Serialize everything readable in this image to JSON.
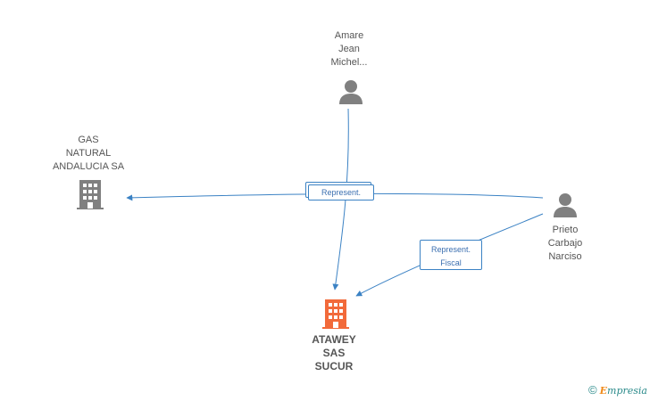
{
  "nodes": {
    "amare": {
      "lines": [
        "Amare",
        "Jean",
        "Michel..."
      ]
    },
    "gas": {
      "lines": [
        "GAS",
        "NATURAL",
        "ANDALUCIA SA"
      ]
    },
    "prieto": {
      "lines": [
        "Prieto",
        "Carbajo",
        "Narciso"
      ]
    },
    "atawey": {
      "lines": [
        "ATAWEY",
        "SAS",
        "SUCUR"
      ]
    }
  },
  "edges": {
    "represent_1": {
      "lines": [
        "Represent."
      ]
    },
    "represent_fiscal": {
      "lines": [
        "Represent.",
        "Fiscal"
      ]
    }
  },
  "footer": {
    "copyright": "©",
    "brand_first": "E",
    "brand_rest": "mpresia"
  },
  "colors": {
    "edge": "#3b82c4",
    "person": "#808080",
    "company": "#808080",
    "main_company": "#f26a3a"
  }
}
